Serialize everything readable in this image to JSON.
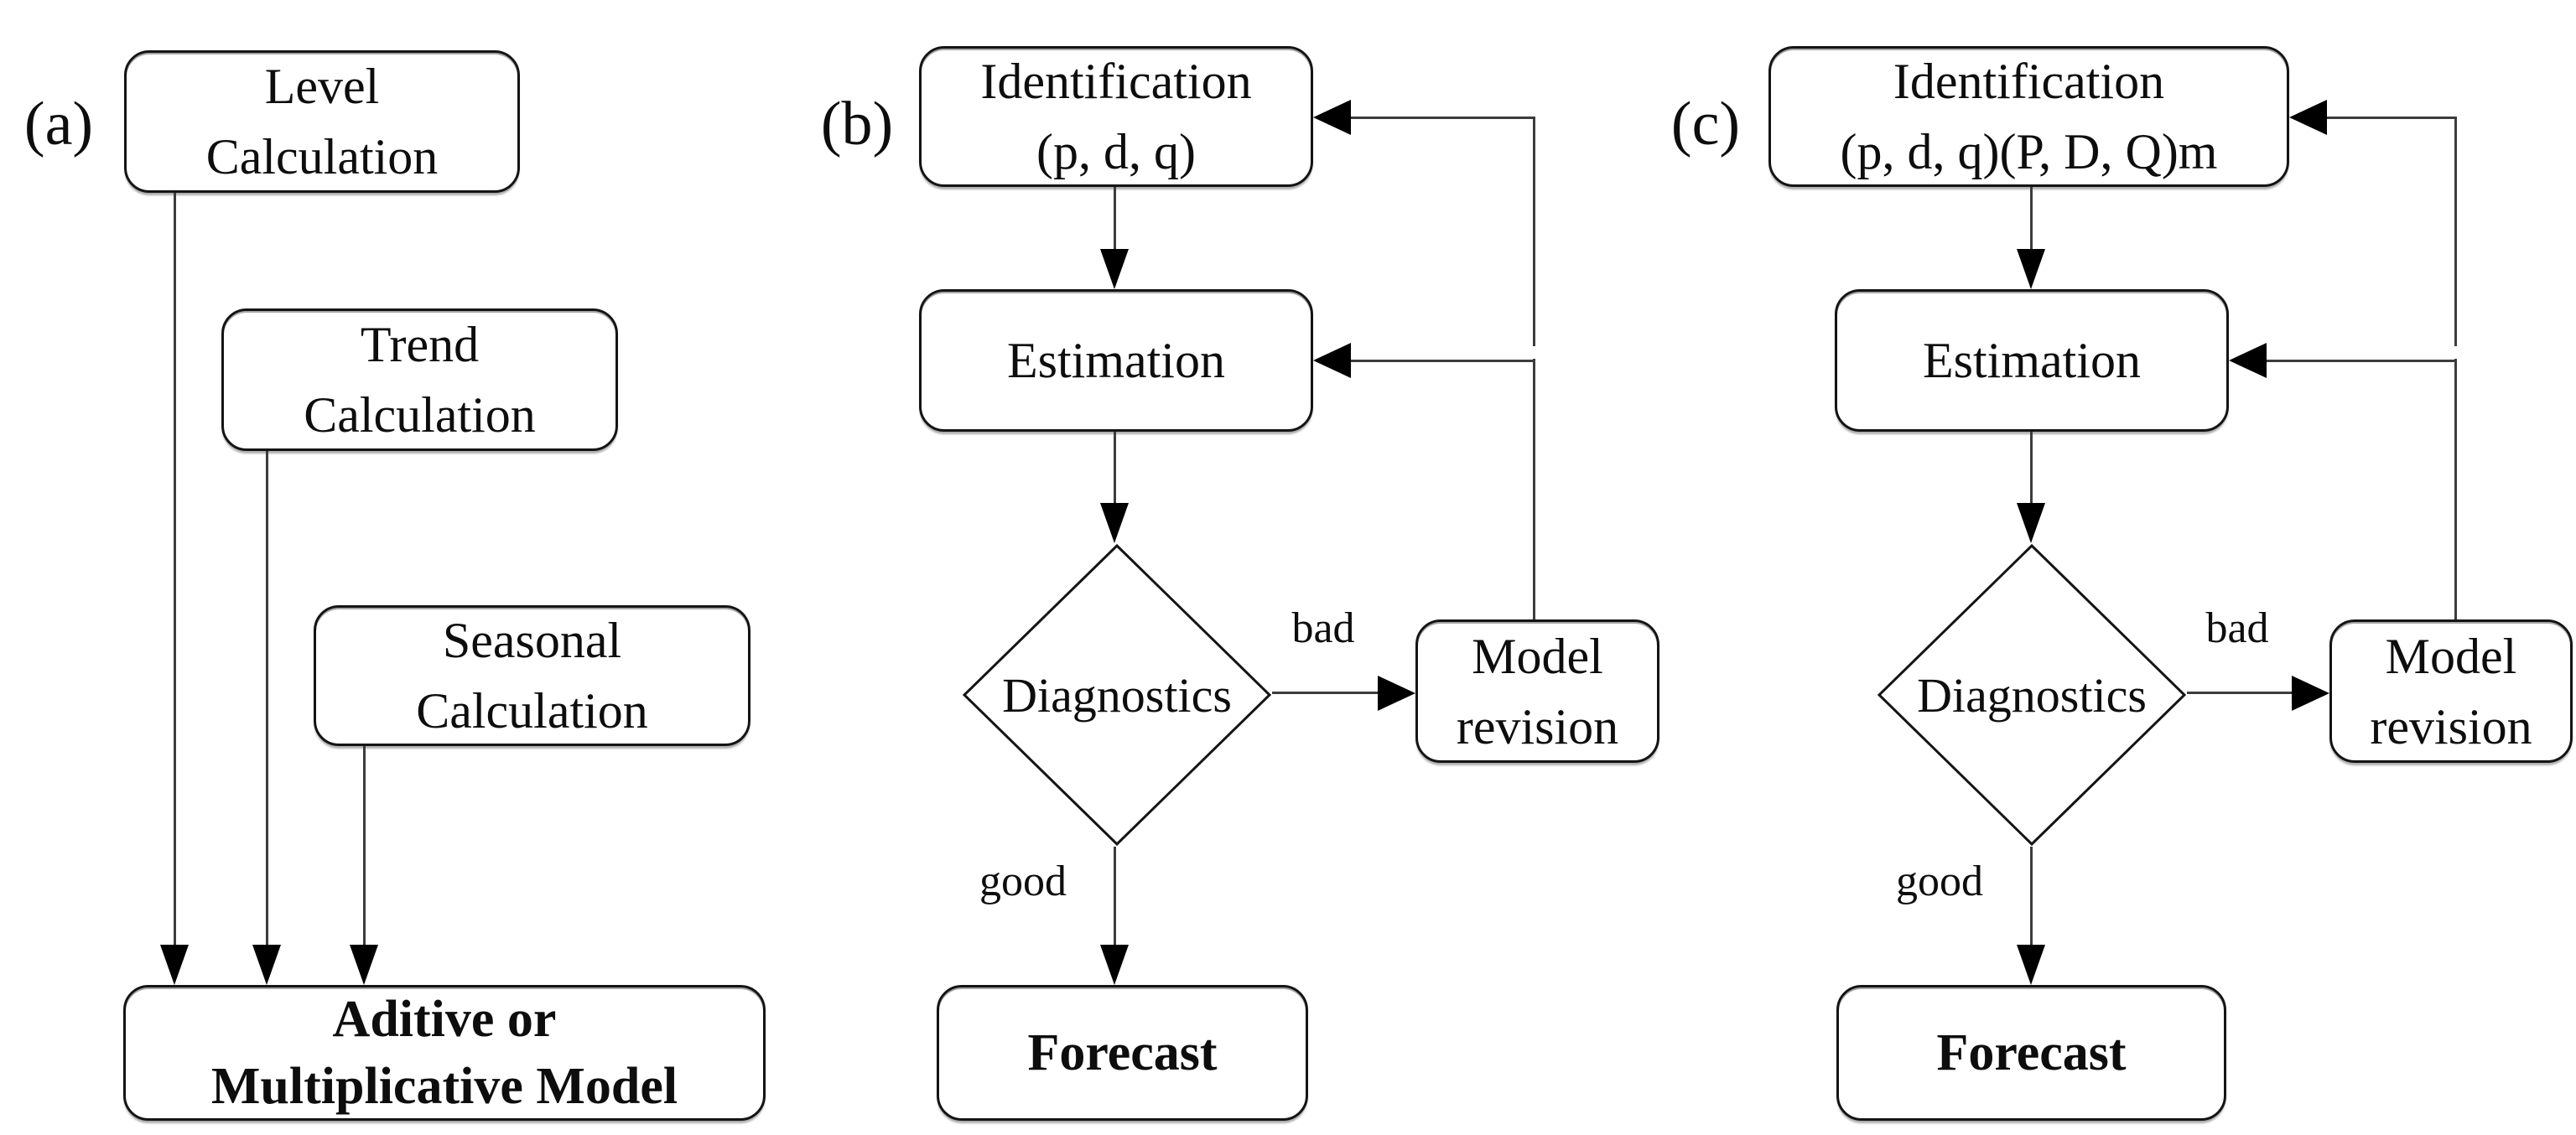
{
  "figure": {
    "description_labels": {
      "panel_a": "(a)",
      "panel_b": "(b)",
      "panel_c": "(c)"
    }
  },
  "panels": {
    "a": {
      "label": "(a)",
      "level": "Level\nCalculation",
      "trend": "Trend\nCalculation",
      "seasonal": "Seasonal\nCalculation",
      "model": "Aditive or\nMultiplicative Model"
    },
    "b": {
      "label": "(b)",
      "identification": "Identification\n(p, d, q)",
      "estimation": "Estimation",
      "diagnostics": "Diagnostics",
      "bad": "bad",
      "good": "good",
      "model_revision": "Model\nrevision",
      "forecast": "Forecast"
    },
    "c": {
      "label": "(c)",
      "identification": "Identification\n(p, d, q)(P, D, Q)m",
      "estimation": "Estimation",
      "diagnostics": "Diagnostics",
      "bad": "bad",
      "good": "good",
      "model_revision": "Model\nrevision",
      "forecast": "Forecast"
    }
  },
  "colors": {
    "background": "#ffffff",
    "box_border": "#141414",
    "connector_line": "#3c3c3c",
    "arrowhead": "#000000",
    "text": "#0d0d0d"
  }
}
